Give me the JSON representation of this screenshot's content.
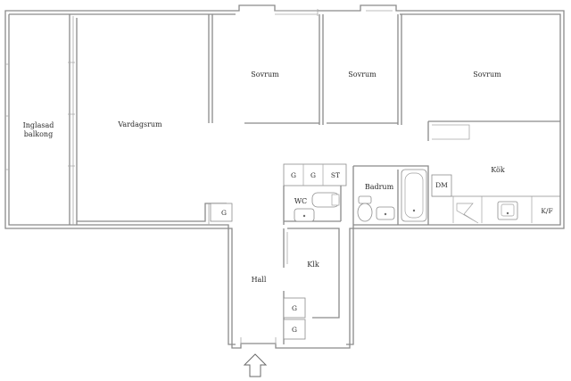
{
  "rooms": {
    "balcony_line1": "Inglasad",
    "balcony_line2": "balkong",
    "living": "Vardagsrum",
    "bedroom1": "Sovrum",
    "bedroom2": "Sovrum",
    "bedroom3": "Sovrum",
    "kitchen": "Kök",
    "bathroom": "Badrum",
    "wc": "WC",
    "closet": "Klk",
    "hall": "Hall"
  },
  "fixtures": {
    "wardrobe_a": "G",
    "wardrobe_b": "G",
    "storage": "ST",
    "wardrobe_living": "G",
    "wardrobe_hall_1": "G",
    "wardrobe_hall_2": "G",
    "dishwasher": "DM",
    "fridge_freezer": "K/F"
  },
  "entrance_icon": "arrow-up-icon"
}
